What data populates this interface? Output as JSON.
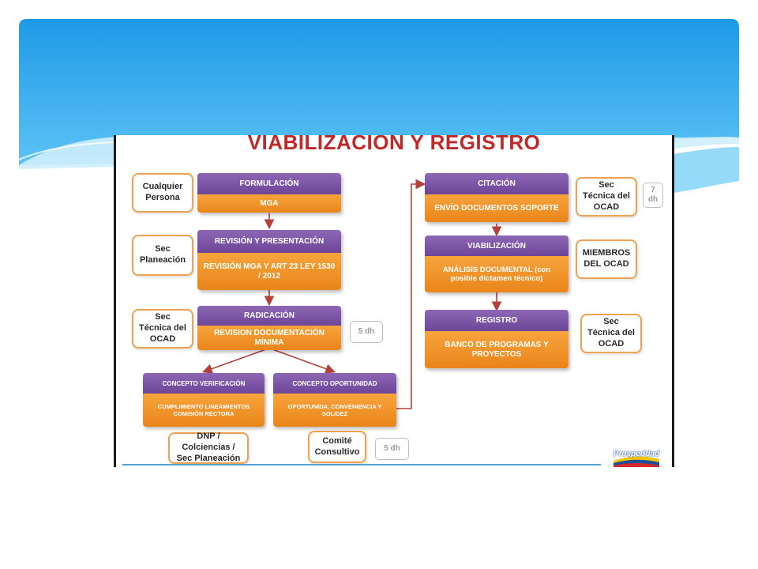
{
  "diagram": {
    "title": "VIABILIZACION Y REGISTRO",
    "steps": {
      "formulacion": {
        "head": "FORMULACIÓN",
        "body": "MGA"
      },
      "revision": {
        "head": "REVISIÓN Y PRESENTACIÓN",
        "body": "REVISIÓN MGA Y ART 23 LEY 1530 / 2012"
      },
      "radicacion": {
        "head": "RADICACIÓN",
        "body": "REVISION DOCUMENTACIÓN MÍNIMA"
      },
      "verificacion": {
        "head": "CONCEPTO VERIFICACIÓN",
        "body": "CUMPLIMIENTO LINEAMIENTOS COMISIÓN RECTORA"
      },
      "oportunidad": {
        "head": "CONCEPTO OPORTUNIDAD",
        "body": "OPORTUNIDA, CONVENIENCIA Y SOLIDEZ"
      },
      "citacion": {
        "head": "CITACIÓN",
        "body": "ENVÍO DOCUMENTOS SOPORTE"
      },
      "viabilizacion": {
        "head": "VIABILIZACIÓN",
        "body": "ANÁLISIS DOCUMENTAL (con posible dictamen técnico)"
      },
      "registro": {
        "head": "REGISTRO",
        "body": "BANCO DE PROGRAMAS Y PROYECTOS"
      }
    },
    "actors": {
      "cualquier_persona": "Cualquier Persona",
      "sec_planeacion": "Sec Planeación",
      "sec_tecnica_1": "Sec Técnica del OCAD",
      "dnp": "DNP / Colciencias / Sec Planeación",
      "comite": "Comité Consultivo",
      "sec_tecnica_2": "Sec Técnica del OCAD",
      "miembros": "MIEMBROS DEL OCAD",
      "sec_tecnica_3": "Sec Técnica del OCAD"
    },
    "times": {
      "radicacion": "5 dh",
      "oportunidad": "5 dh",
      "citacion": "7 dh"
    },
    "logo_text": "Prosperidad"
  },
  "colors": {
    "header_blue": "#29a3e8",
    "step_purple": "#7a51a3",
    "step_orange": "#f0922b",
    "arrow_red": "#b5403c",
    "title_red": "#c0282a"
  }
}
